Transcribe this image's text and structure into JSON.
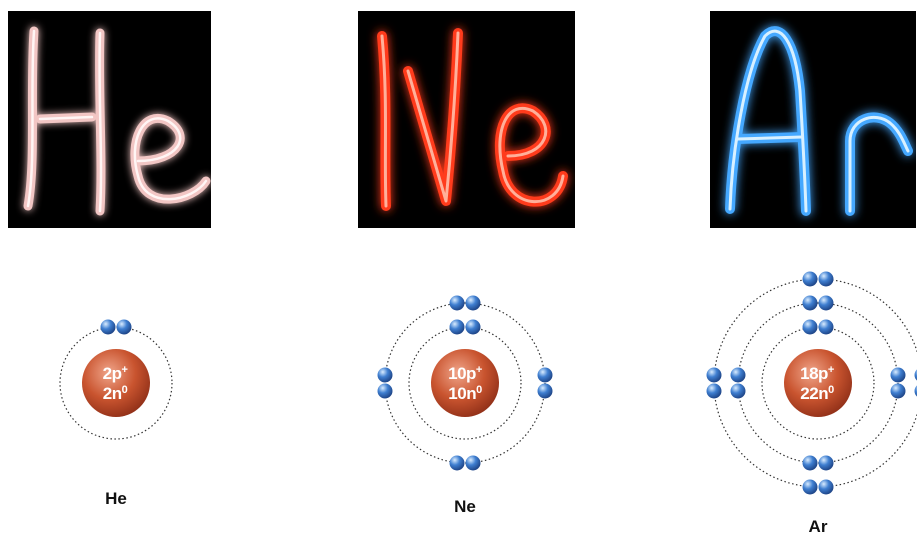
{
  "photos": [
    {
      "symbol": "He",
      "glow_color": "#f2c6c4"
    },
    {
      "symbol": "Ne",
      "glow_color": "#ff3a1a"
    },
    {
      "symbol": "Ar",
      "glow_color": "#44a8ff"
    }
  ],
  "atoms": [
    {
      "symbol": "He",
      "protons": "2p",
      "neutrons": "2n",
      "proton_sup": "+",
      "neutron_sup": "0",
      "shells": [
        2
      ]
    },
    {
      "symbol": "Ne",
      "protons": "10p",
      "neutrons": "10n",
      "proton_sup": "+",
      "neutron_sup": "0",
      "shells": [
        2,
        8
      ]
    },
    {
      "symbol": "Ar",
      "protons": "18p",
      "neutrons": "22n",
      "proton_sup": "+",
      "neutron_sup": "0",
      "shells": [
        2,
        8,
        8
      ]
    }
  ],
  "colors": {
    "nucleus": "#c9542f",
    "electron": "#3f7fd1",
    "orbit": "#333333"
  }
}
